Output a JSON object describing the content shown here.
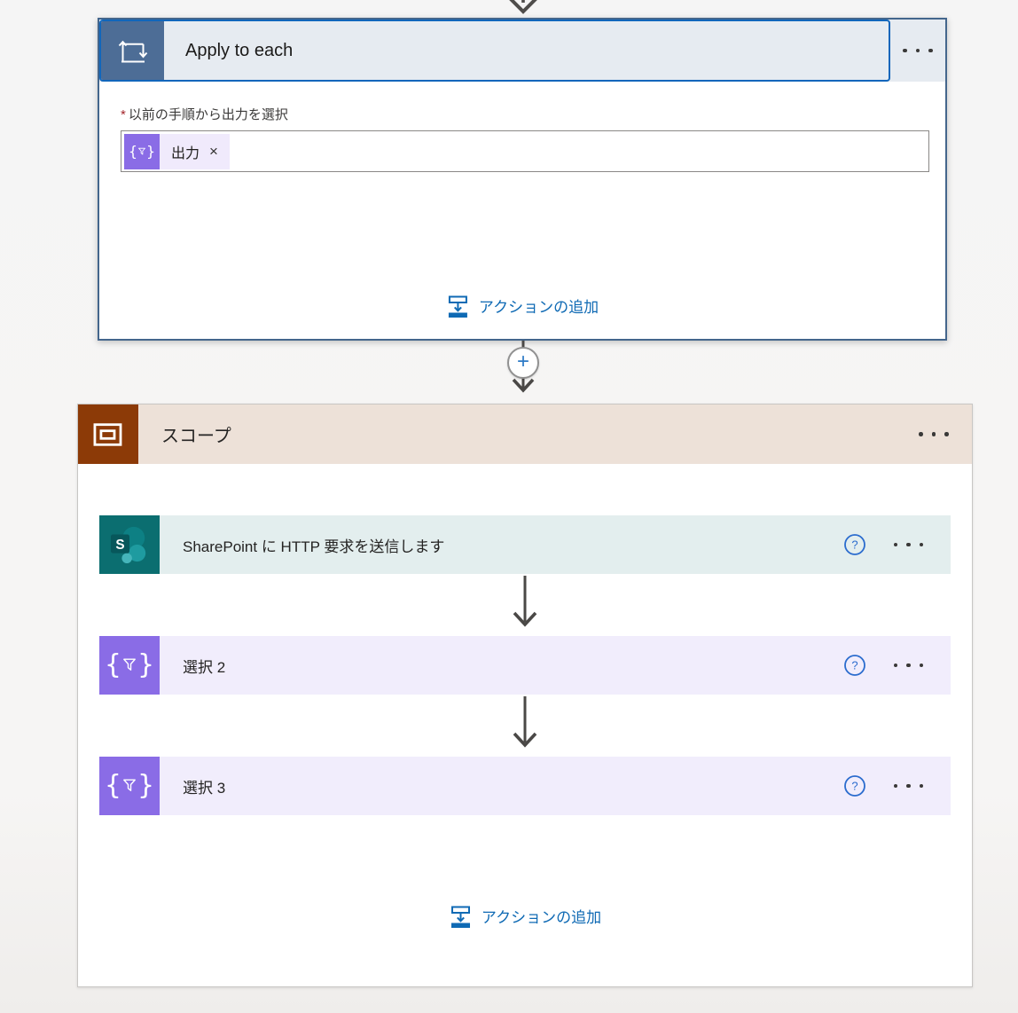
{
  "colors": {
    "page_bg": "#f5f5f4",
    "apply_accent": "#4d6d96",
    "apply_header_bg": "#e6ebf1",
    "apply_selected_border": "#44668c",
    "apply_focus_border": "#1166bb",
    "scope_accent": "#8c3a07",
    "scope_header_bg": "#ede1d8",
    "sharepoint_accent": "#0b6e70",
    "sharepoint_row_bg": "#e3eeee",
    "select_accent": "#8a6ce6",
    "select_row_bg": "#f1edfc",
    "token_pill_bg": "#f0eafc",
    "link_blue": "#0f6ab4",
    "arrow_gray": "#4a4846",
    "required_red": "#a4262c"
  },
  "apply_to_each": {
    "title": "Apply to each",
    "field": {
      "required_marker": "*",
      "label": "以前の手順から出力を選択",
      "token": {
        "text": "出力",
        "remove_label": "×"
      }
    },
    "add_action_label": "アクションの追加"
  },
  "connector": {
    "plus_label": "+"
  },
  "scope": {
    "title": "スコープ",
    "rows": [
      {
        "id": "sharepoint-http",
        "title": "SharePoint に HTTP 要求を送信します",
        "help_label": "?"
      },
      {
        "id": "select-2",
        "title": "選択 2",
        "help_label": "?"
      },
      {
        "id": "select-3",
        "title": "選択 3",
        "help_label": "?"
      }
    ],
    "add_action_label": "アクションの追加"
  },
  "icons": {
    "sharepoint_letter": "S"
  }
}
